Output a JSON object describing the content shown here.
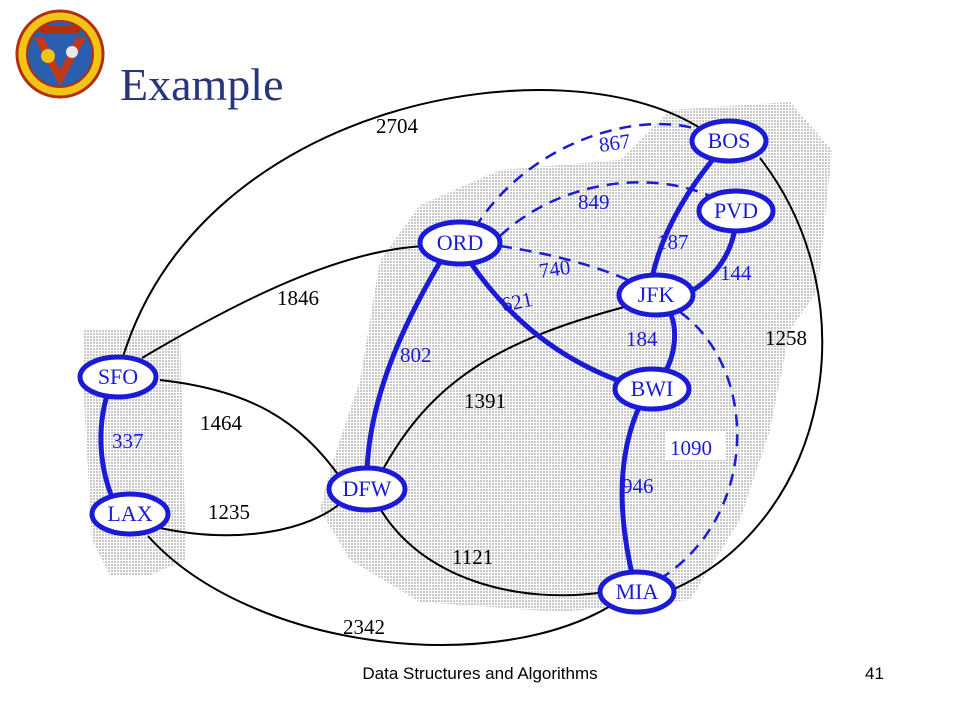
{
  "slide": {
    "title": "Example",
    "footer": "Data Structures and Algorithms",
    "page_number": "41"
  },
  "colors": {
    "blue": "#1b1bd6",
    "title": "#29357a",
    "shade": "#d9d9d9"
  },
  "graph": {
    "nodes": [
      {
        "id": "BOS",
        "label": "BOS"
      },
      {
        "id": "PVD",
        "label": "PVD"
      },
      {
        "id": "ORD",
        "label": "ORD"
      },
      {
        "id": "JFK",
        "label": "JFK"
      },
      {
        "id": "SFO",
        "label": "SFO"
      },
      {
        "id": "BWI",
        "label": "BWI"
      },
      {
        "id": "DFW",
        "label": "DFW"
      },
      {
        "id": "LAX",
        "label": "LAX"
      },
      {
        "id": "MIA",
        "label": "MIA"
      }
    ],
    "edges": [
      {
        "id": "sfo-bos",
        "from": "SFO",
        "to": "BOS",
        "weight": "2704",
        "style": "solid-black"
      },
      {
        "id": "sfo-ord",
        "from": "SFO",
        "to": "ORD",
        "weight": "1846",
        "style": "solid-black"
      },
      {
        "id": "sfo-dfw",
        "from": "SFO",
        "to": "DFW",
        "weight": "1464",
        "style": "solid-black"
      },
      {
        "id": "sfo-lax",
        "from": "SFO",
        "to": "LAX",
        "weight": "337",
        "style": "bold-blue"
      },
      {
        "id": "lax-dfw",
        "from": "LAX",
        "to": "DFW",
        "weight": "1235",
        "style": "solid-black"
      },
      {
        "id": "lax-mia",
        "from": "LAX",
        "to": "MIA",
        "weight": "2342",
        "style": "solid-black"
      },
      {
        "id": "ord-bos",
        "from": "ORD",
        "to": "BOS",
        "weight": "867",
        "style": "dashed-blue"
      },
      {
        "id": "ord-pvd",
        "from": "ORD",
        "to": "PVD",
        "weight": "849",
        "style": "dashed-blue"
      },
      {
        "id": "ord-jfk",
        "from": "ORD",
        "to": "JFK",
        "weight": "740",
        "style": "dashed-blue"
      },
      {
        "id": "ord-bwi",
        "from": "ORD",
        "to": "BWI",
        "weight": "621",
        "style": "bold-blue"
      },
      {
        "id": "ord-dfw",
        "from": "ORD",
        "to": "DFW",
        "weight": "802",
        "style": "bold-blue"
      },
      {
        "id": "bos-jfk",
        "from": "BOS",
        "to": "JFK",
        "weight": "187",
        "style": "bold-blue"
      },
      {
        "id": "pvd-jfk",
        "from": "PVD",
        "to": "JFK",
        "weight": "144",
        "style": "bold-blue"
      },
      {
        "id": "jfk-bwi",
        "from": "JFK",
        "to": "BWI",
        "weight": "184",
        "style": "bold-blue"
      },
      {
        "id": "jfk-dfw",
        "from": "JFK",
        "to": "DFW",
        "weight": "1391",
        "style": "solid-black"
      },
      {
        "id": "jfk-mia",
        "from": "JFK",
        "to": "MIA",
        "weight": "1090",
        "style": "dashed-blue"
      },
      {
        "id": "bwi-mia",
        "from": "BWI",
        "to": "MIA",
        "weight": "946",
        "style": "bold-blue"
      },
      {
        "id": "dfw-mia",
        "from": "DFW",
        "to": "MIA",
        "weight": "1121",
        "style": "solid-black"
      },
      {
        "id": "bos-mia",
        "from": "BOS",
        "to": "MIA",
        "weight": "1258",
        "style": "solid-black"
      }
    ]
  }
}
